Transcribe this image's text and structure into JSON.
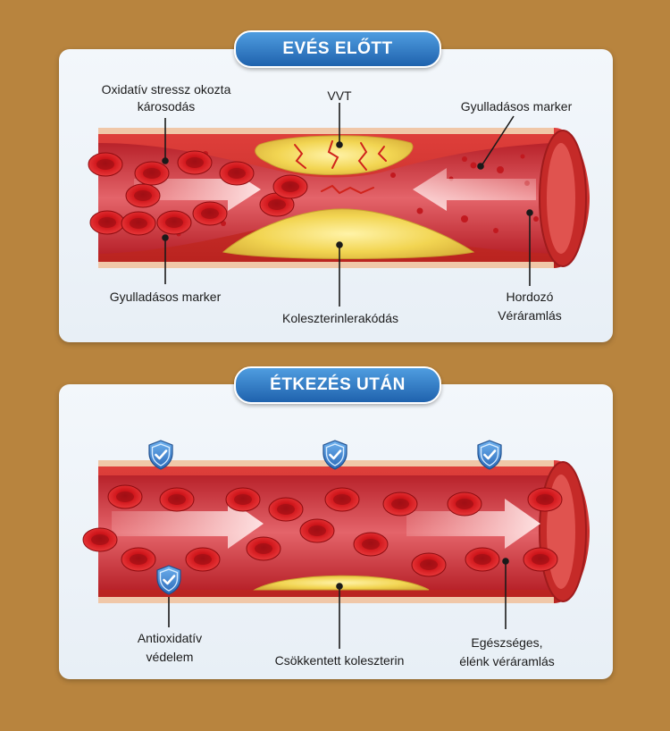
{
  "before": {
    "title": "EVÉS ELŐTT",
    "labels": {
      "oxidative": "Oxidatív stressz okozta károsodás",
      "dvt": "VVT",
      "inflam_top": "Gyulladásos marker",
      "inflam_bottom": "Gyulladásos marker",
      "cholesterol": "Koleszterinlerakódás",
      "flow_l1": "Hordozó",
      "flow_l2": "Véráramlás"
    }
  },
  "after": {
    "title": "ÉTKEZÉS UTÁN",
    "labels": {
      "antiox_l1": "Antioxidatív",
      "antiox_l2": "védelem",
      "reduced": "Csökkentett koleszterin",
      "healthy_l1": "Egészséges,",
      "healthy_l2": "élénk véráramlás"
    }
  },
  "colors": {
    "background": "#b8843e",
    "pill": "#2f79c7",
    "vessel": "#d8342f",
    "plaque": "#f2d552",
    "shield": "#3f83d0"
  },
  "icons": [
    "shield-check-icon"
  ]
}
